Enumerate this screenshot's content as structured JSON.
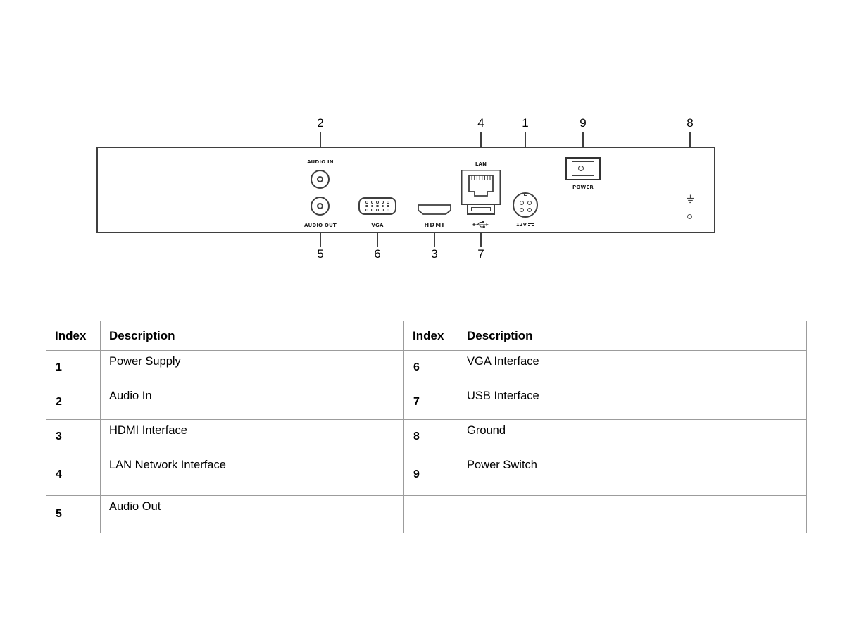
{
  "colors": {
    "panel_line": "#3f3f3f",
    "table_border": "#9c9c9c",
    "text": "#000000"
  },
  "diagram": {
    "panel_labels": {
      "audio_in": "AUDIO IN",
      "audio_out": "AUDIO OUT",
      "vga": "VGA",
      "hdmi": "HDMI",
      "lan": "LAN",
      "power_12v": "12V",
      "power": "POWER"
    },
    "callouts": {
      "top": [
        {
          "label": "2"
        },
        {
          "label": "4"
        },
        {
          "label": "1"
        },
        {
          "label": "9"
        },
        {
          "label": "8"
        }
      ],
      "bottom": [
        {
          "label": "5"
        },
        {
          "label": "6"
        },
        {
          "label": "3"
        },
        {
          "label": "7"
        }
      ]
    }
  },
  "table": {
    "headers": [
      "Index",
      "Description",
      "Index",
      "Description"
    ],
    "rows": [
      [
        "1",
        "Power Supply",
        "6",
        "VGA Interface"
      ],
      [
        "2",
        "Audio In",
        "7",
        "USB Interface"
      ],
      [
        "3",
        "HDMI Interface",
        "8",
        "Ground"
      ],
      [
        "4",
        "LAN Network Interface",
        "9",
        "Power Switch"
      ],
      [
        "5",
        "Audio Out",
        "",
        ""
      ]
    ]
  }
}
